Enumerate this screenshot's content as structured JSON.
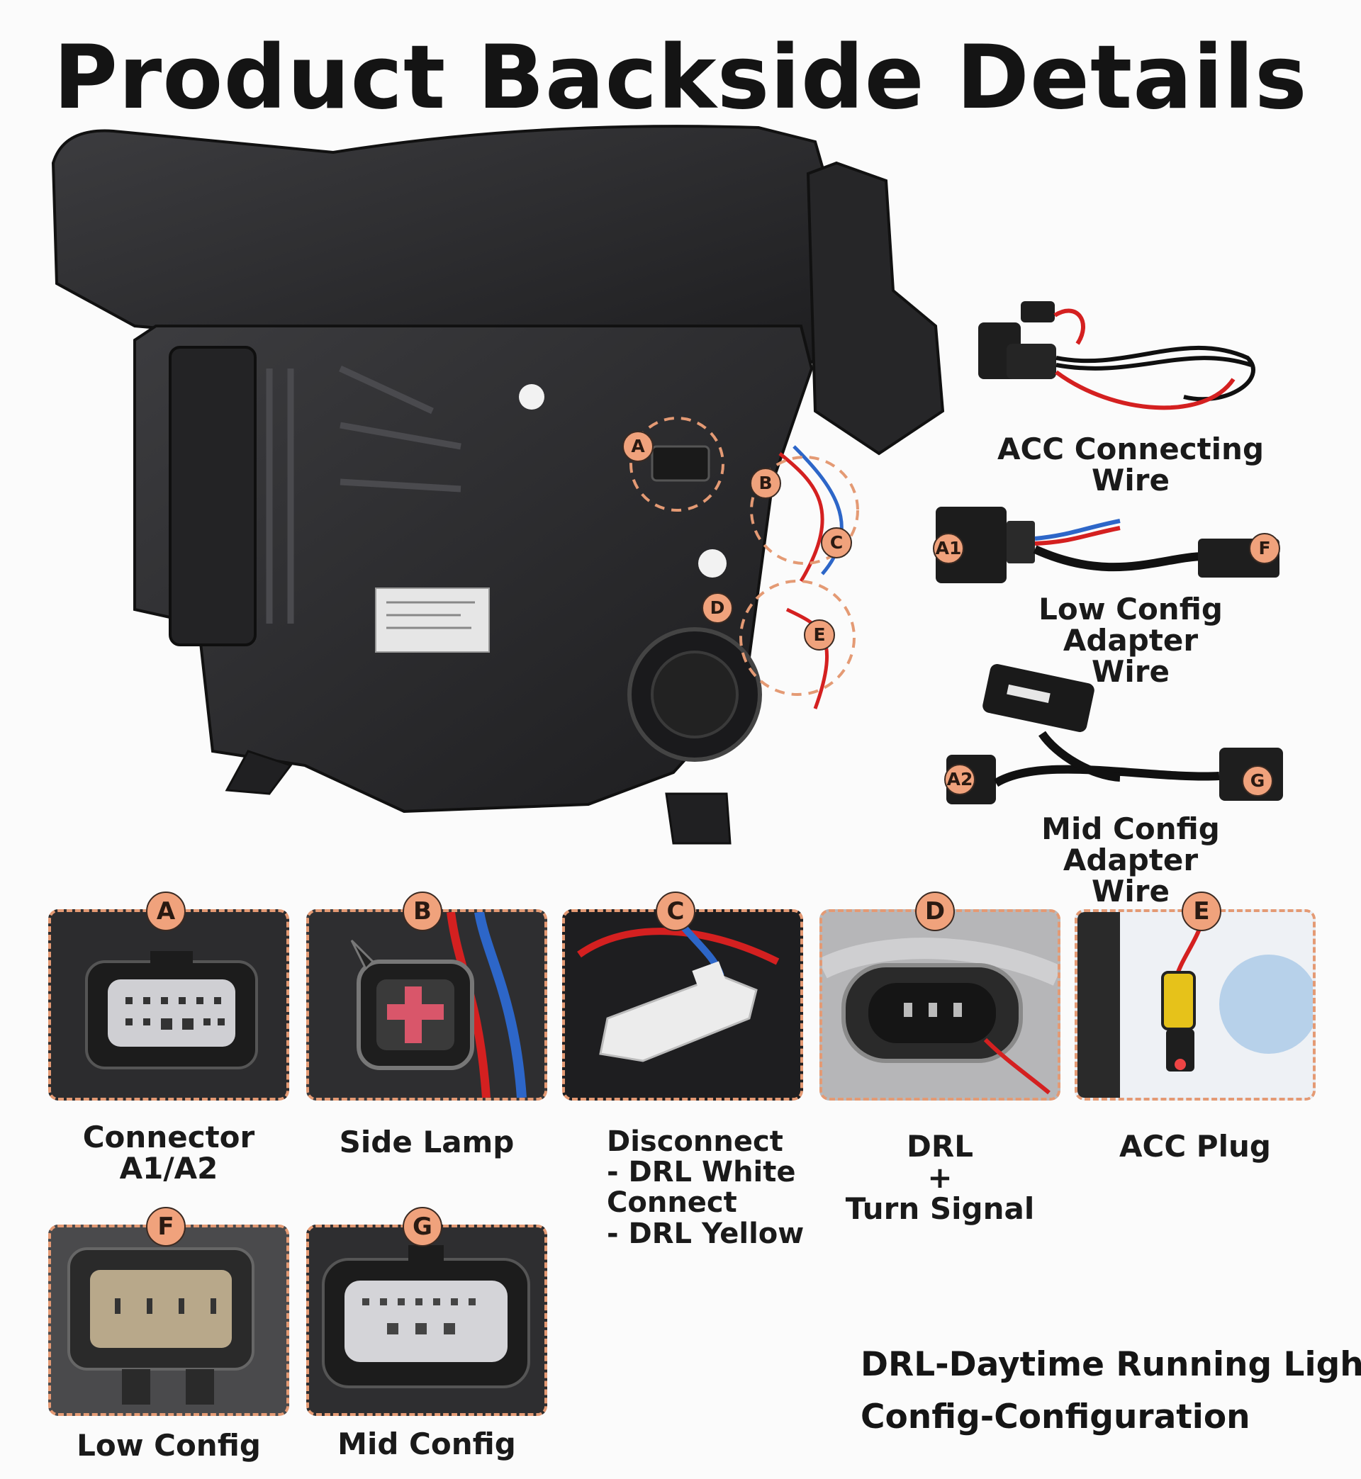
{
  "title": "Product Backside Details",
  "callouts": {
    "a": "A",
    "b": "B",
    "c": "C",
    "d": "D",
    "e": "E"
  },
  "accessories": {
    "acc_wire": {
      "label": "ACC Connecting Wire"
    },
    "low_adapter": {
      "label_lines": [
        "Low Config",
        "Adapter Wire"
      ],
      "end1": "A1",
      "end2": "F"
    },
    "mid_adapter": {
      "label_lines": [
        "Mid Config",
        "Adapter Wire"
      ],
      "end1": "A2",
      "end2": "G"
    }
  },
  "cards": [
    {
      "letter": "A",
      "caption_lines": [
        "Connector",
        "A1/A2"
      ]
    },
    {
      "letter": "B",
      "caption_lines": [
        "Side Lamp"
      ]
    },
    {
      "letter": "C",
      "caption_lines": [
        "Disconnect",
        "- DRL White",
        "Connect",
        "- DRL Yellow"
      ]
    },
    {
      "letter": "D",
      "caption_lines": [
        "DRL",
        "+",
        "Turn Signal"
      ]
    },
    {
      "letter": "E",
      "caption_lines": [
        "ACC Plug"
      ]
    },
    {
      "letter": "F",
      "caption_lines": [
        "Low Config"
      ]
    },
    {
      "letter": "G",
      "caption_lines": [
        "Mid Config"
      ]
    }
  ],
  "legend": [
    "DRL-Daytime Running Light",
    "Config-Configuration"
  ],
  "colors": {
    "accent": "#f0a27c",
    "dashed_border": "#e49a74",
    "housing": "#2a2a2c",
    "wire_red": "#d42020",
    "wire_blue": "#2d66c8"
  }
}
